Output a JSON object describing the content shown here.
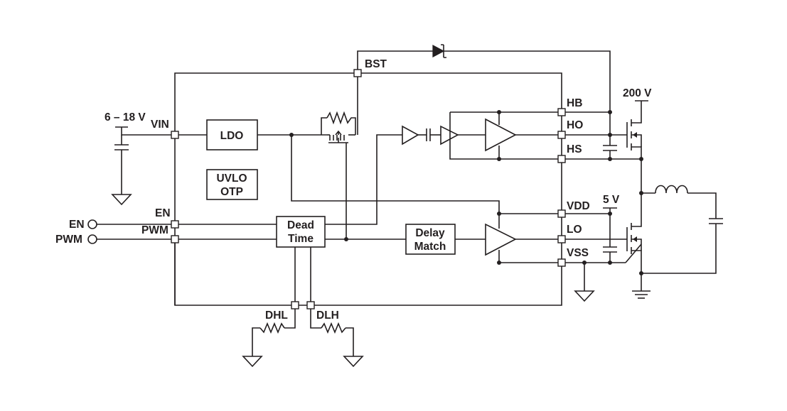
{
  "blocks": {
    "ldo": "LDO",
    "uvlo_line1": "UVLO",
    "uvlo_line2": "OTP",
    "dead_time_line1": "Dead",
    "dead_time_line2": "Time",
    "delay_match_line1": "Delay",
    "delay_match_line2": "Match"
  },
  "pins": {
    "vin": "VIN",
    "en": "EN",
    "pwm": "PWM",
    "bst": "BST",
    "hb": "HB",
    "ho": "HO",
    "hs": "HS",
    "vdd": "VDD",
    "lo": "LO",
    "vss": "VSS",
    "dhl": "DHL",
    "dlh": "DLH"
  },
  "external": {
    "supply_range": "6 – 18 V",
    "en_input": "EN",
    "pwm_input": "PWM",
    "high_voltage": "200 V",
    "vdd_supply": "5 V"
  }
}
